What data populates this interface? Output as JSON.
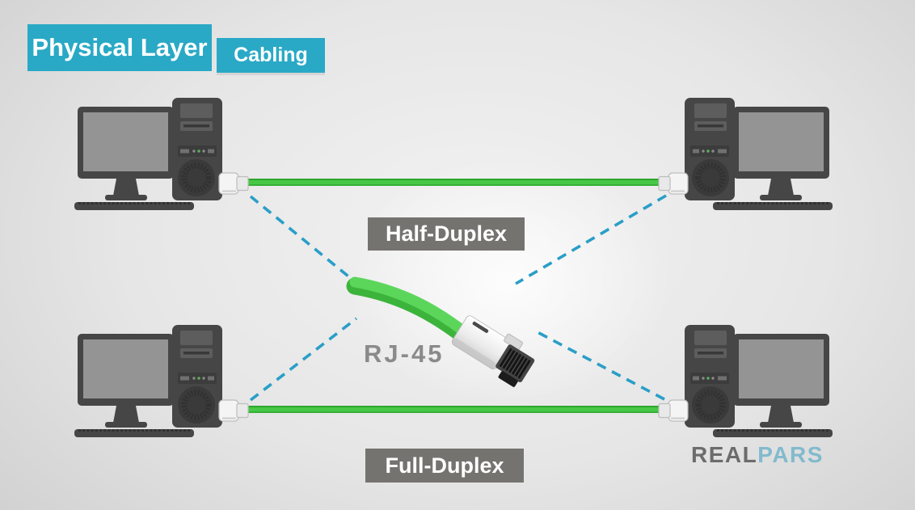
{
  "header": {
    "title": "Physical Layer",
    "subtitle": "Cabling"
  },
  "labels": {
    "half_duplex": "Half-Duplex",
    "full_duplex": "Full-Duplex",
    "rj45": "RJ-45"
  },
  "brand": {
    "real": "REAL",
    "pars": "PARS"
  },
  "colors": {
    "accent_cyan": "#29a9c6",
    "badge_gray": "#757370",
    "cable_green": "#46c746",
    "dashed_blue": "#2a9ec7",
    "device_gray": "#464646",
    "brand_gray": "#6c6c6c",
    "brand_blue": "#82bacd"
  },
  "diagram": {
    "computers": [
      {
        "id": "pc-top-left"
      },
      {
        "id": "pc-top-right"
      },
      {
        "id": "pc-bottom-left"
      },
      {
        "id": "pc-bottom-right"
      }
    ],
    "connections": [
      {
        "label": "Half-Duplex",
        "type": "ethernet-cable-green"
      },
      {
        "label": "Full-Duplex",
        "type": "ethernet-cable-green"
      }
    ],
    "connector": "RJ-45"
  }
}
